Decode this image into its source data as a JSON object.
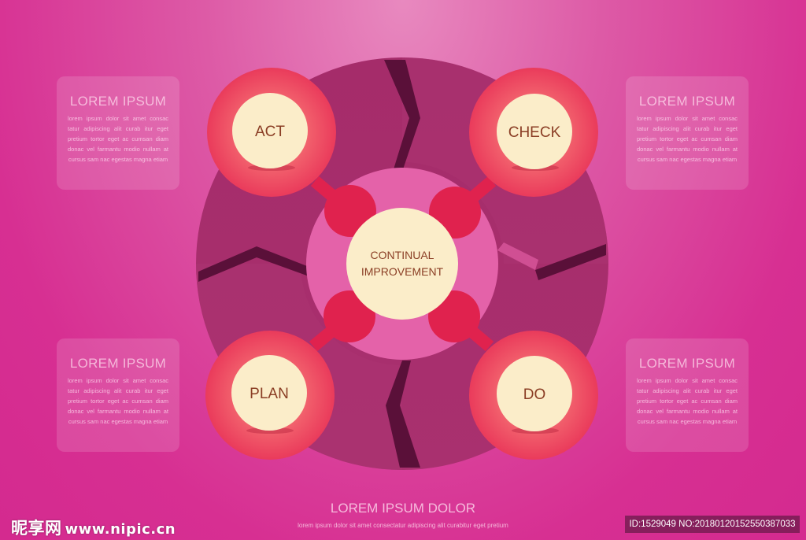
{
  "side_boxes": [
    {
      "title": "LOREM IPSUM",
      "body": "lorem ipsum dolor sit amet consac tatur adipiscing alit curab itur eget pretium tortor eget ac cumsan diam donac vel farmantu modio nullam at cursus sam nac egestas magna etiam"
    },
    {
      "title": "LOREM IPSUM",
      "body": "lorem ipsum dolor sit amet consac tatur adipiscing alit curab itur eget pretium tortor eget ac cumsan diam donac vel farmantu modio nullam at cursus sam nac egestas magna etiam"
    },
    {
      "title": "LOREM IPSUM",
      "body": "lorem ipsum dolor sit amet consac tatur adipiscing alit curab itur eget pretium tortor eget ac cumsan diam donac vel farmantu modio nullam at cursus sam nac egestas magna etiam"
    },
    {
      "title": "LOREM IPSUM",
      "body": "lorem ipsum dolor sit amet consac tatur adipiscing alit curab itur eget pretium tortor eget ac cumsan diam donac vel farmantu modio nullam at cursus sam nac egestas magna etiam"
    }
  ],
  "center": {
    "line1": "CONTINUAL",
    "line2": "IMPROVEMENT"
  },
  "nodes": {
    "act": "ACT",
    "check": "CHECK",
    "plan": "PLAN",
    "do": "DO"
  },
  "footer": {
    "title": "LOREM IPSUM DOLOR",
    "subtitle": "lorem ipsum dolor sit amet consectatur adipiscing alit curabitur eget pretium"
  },
  "watermark": {
    "site": "昵享网",
    "url": "www.nipic.cn",
    "id": "ID:1529049 NO:20180120152550387033"
  },
  "colors": {
    "background": "#d72f92",
    "ring": "#a82f6d",
    "ring_dark": "#5a1039",
    "inner": "#e462a9",
    "node_outer": "#f2576a",
    "node_inner": "#fbedc9",
    "connector": "#e0224e",
    "text": "#8a3d24"
  }
}
